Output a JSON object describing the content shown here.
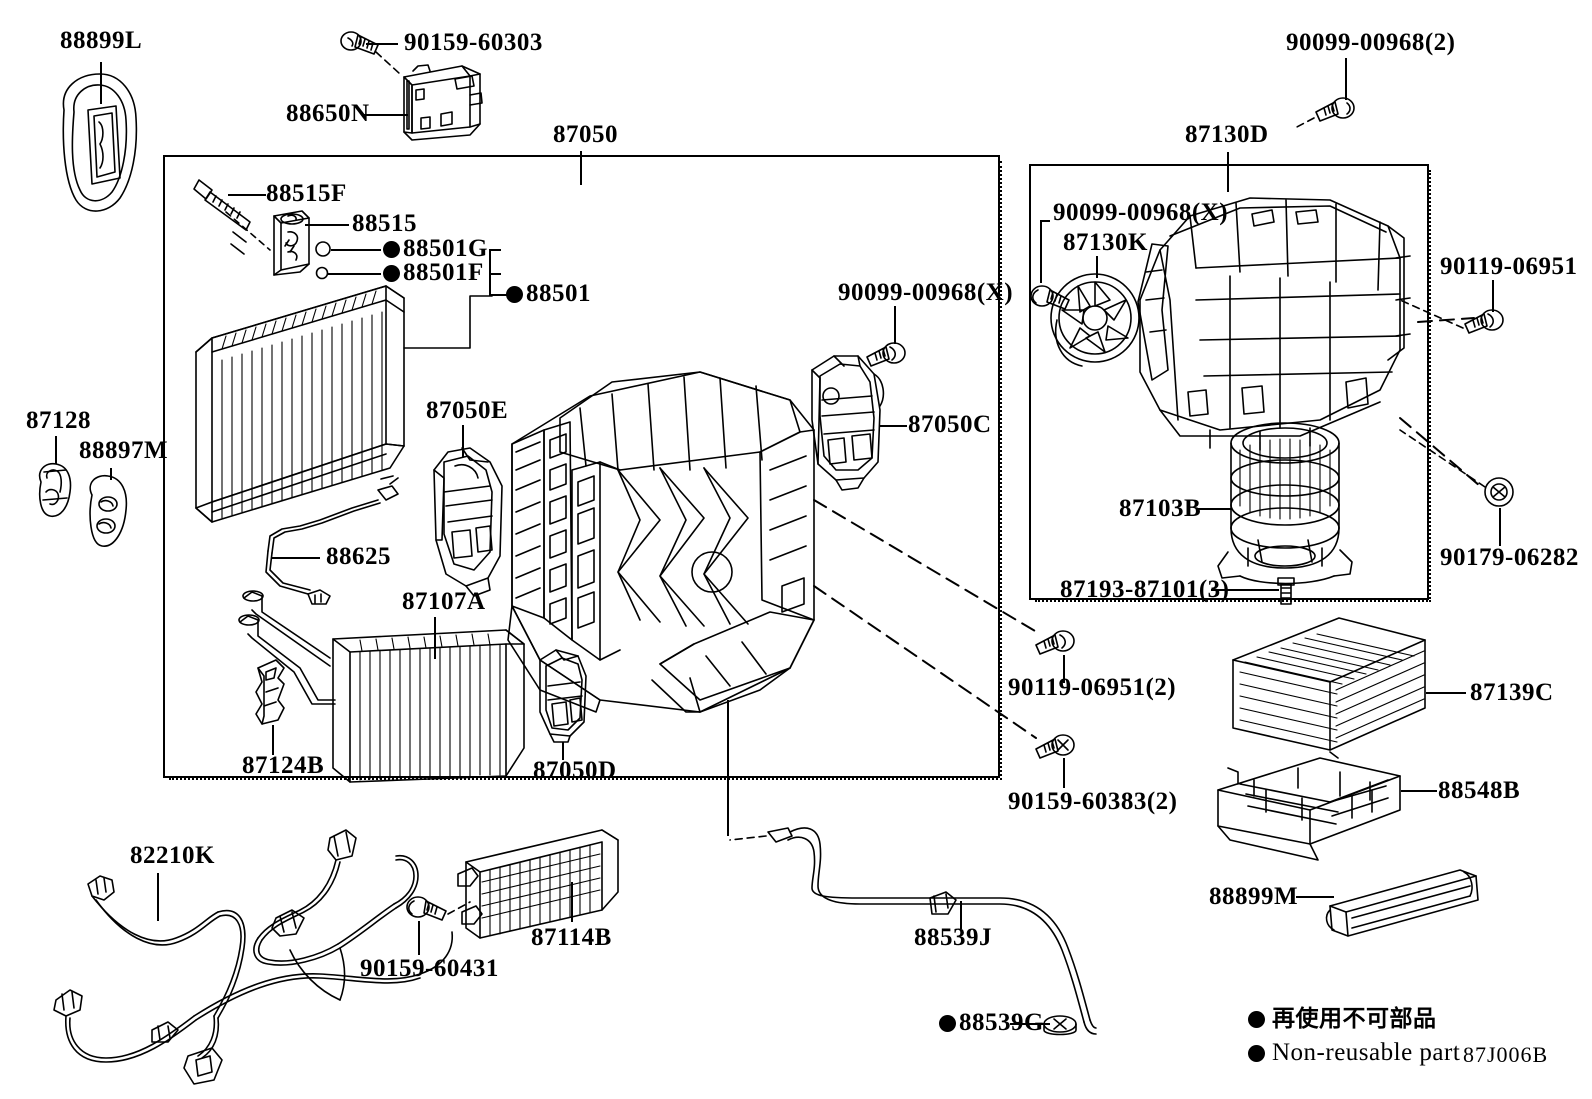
{
  "diagram": {
    "figure_code": "87J006B",
    "legend": {
      "japanese": "再使用不可部品",
      "english": "Non-reusable part",
      "marker": "filled-circle"
    },
    "groups": [
      {
        "id": "87050",
        "label": "87050",
        "role": "air-conditioner-unit-assembly"
      },
      {
        "id": "87130D",
        "label": "87130D",
        "role": "blower-assembly"
      }
    ],
    "parts": [
      {
        "id": "88899L",
        "label": "88899L"
      },
      {
        "id": "90159-60303",
        "label": "90159-60303"
      },
      {
        "id": "88650N",
        "label": "88650N"
      },
      {
        "id": "90099-00968-2",
        "label": "90099-00968(2)"
      },
      {
        "id": "87130D",
        "label": "87130D"
      },
      {
        "id": "87050",
        "label": "87050"
      },
      {
        "id": "88515F",
        "label": "88515F"
      },
      {
        "id": "88515",
        "label": "88515"
      },
      {
        "id": "88501G",
        "label": "88501G",
        "nonreusable": true
      },
      {
        "id": "88501F",
        "label": "88501F",
        "nonreusable": true
      },
      {
        "id": "88501",
        "label": "88501",
        "nonreusable": true
      },
      {
        "id": "90099-00968-X-right",
        "label": "90099-00968(X)"
      },
      {
        "id": "87130K",
        "label": "87130K"
      },
      {
        "id": "90119-06951",
        "label": "90119-06951"
      },
      {
        "id": "90099-00968-X-center",
        "label": "90099-00968(X)"
      },
      {
        "id": "87050C",
        "label": "87050C"
      },
      {
        "id": "87128",
        "label": "87128"
      },
      {
        "id": "88897M",
        "label": "88897M"
      },
      {
        "id": "87050E",
        "label": "87050E"
      },
      {
        "id": "88625",
        "label": "88625"
      },
      {
        "id": "87103B",
        "label": "87103B"
      },
      {
        "id": "90179-06282",
        "label": "90179-06282"
      },
      {
        "id": "87193-87101-3",
        "label": "87193-87101(3)"
      },
      {
        "id": "87107A",
        "label": "87107A"
      },
      {
        "id": "87124B",
        "label": "87124B"
      },
      {
        "id": "87050D",
        "label": "87050D"
      },
      {
        "id": "90119-06951-2",
        "label": "90119-06951(2)"
      },
      {
        "id": "90159-60383-2",
        "label": "90159-60383(2)"
      },
      {
        "id": "87139C",
        "label": "87139C"
      },
      {
        "id": "88548B",
        "label": "88548B"
      },
      {
        "id": "88899M",
        "label": "88899M"
      },
      {
        "id": "82210K",
        "label": "82210K"
      },
      {
        "id": "90159-60431",
        "label": "90159-60431"
      },
      {
        "id": "87114B",
        "label": "87114B"
      },
      {
        "id": "88539J",
        "label": "88539J"
      },
      {
        "id": "88539G",
        "label": "88539G",
        "nonreusable": true
      }
    ]
  }
}
